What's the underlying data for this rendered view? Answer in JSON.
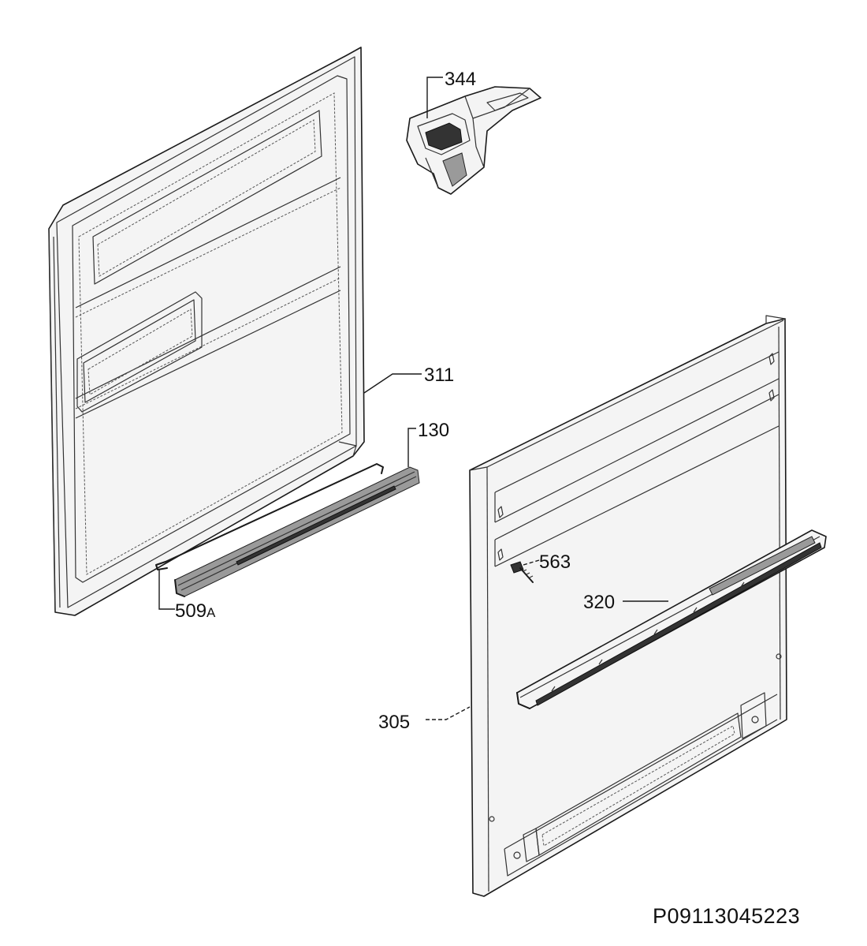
{
  "parts": {
    "inner_door": {
      "label": "311"
    },
    "gasket": {
      "label": "130"
    },
    "spring_clip": {
      "label_number": "509",
      "label_suffix": "A"
    },
    "door_lock": {
      "label": "344"
    },
    "outer_door": {
      "label": "305"
    },
    "screw": {
      "label": "563"
    },
    "handle_strip": {
      "label": "320"
    }
  },
  "reference_code": "P09113045223"
}
